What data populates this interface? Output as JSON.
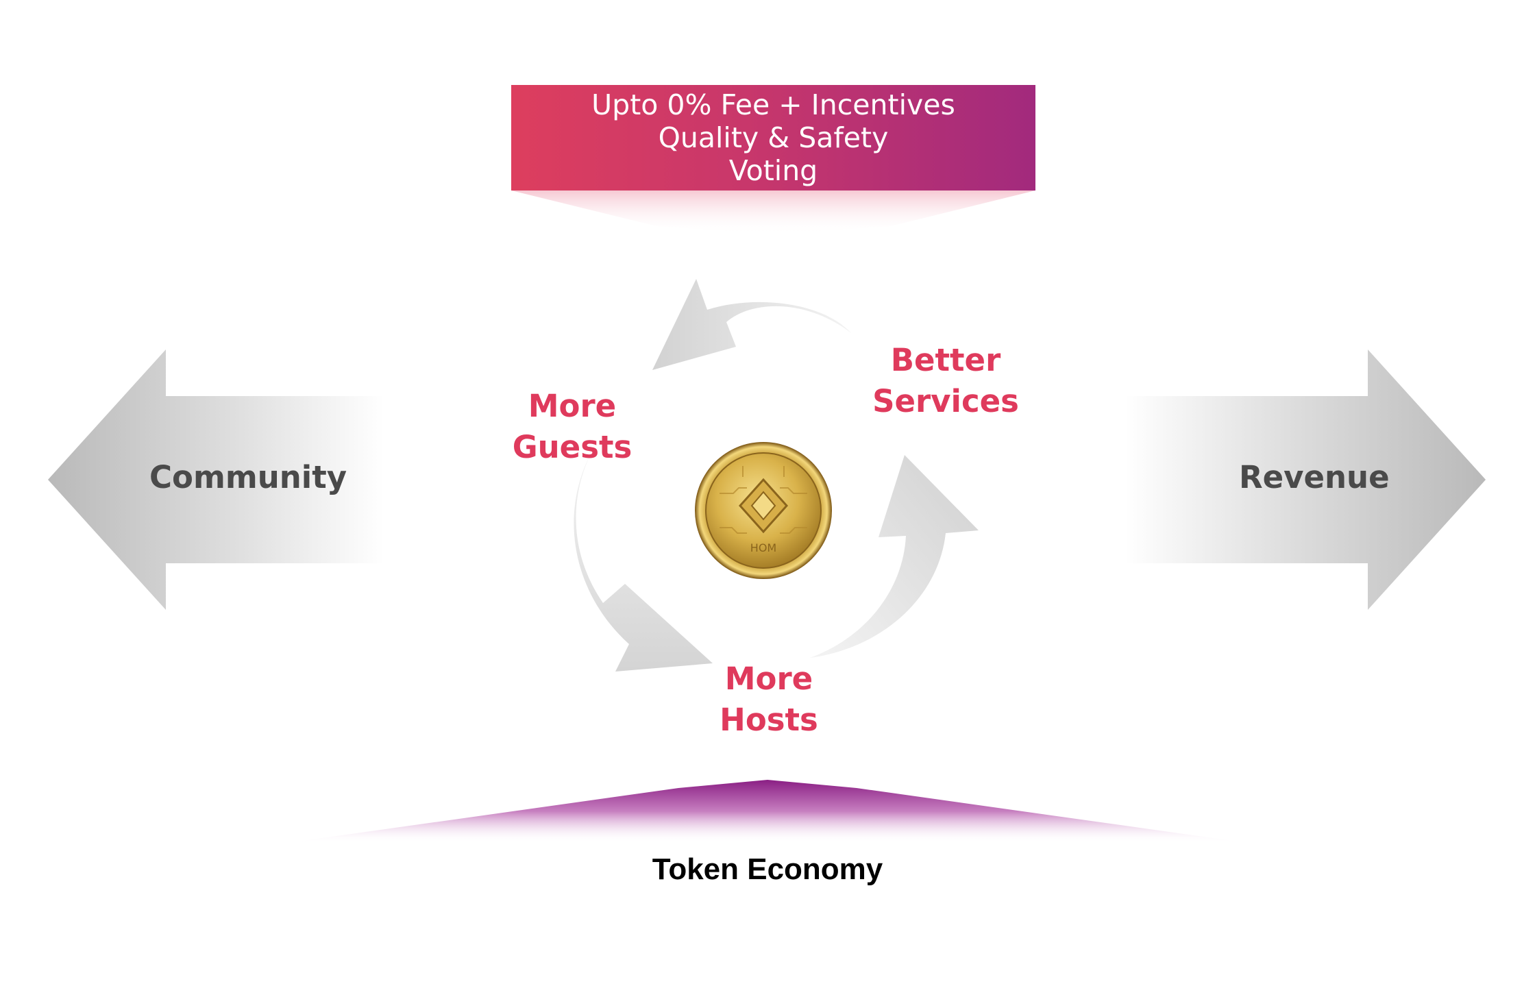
{
  "banner": {
    "lines": [
      "Upto 0% Fee + Incentives",
      "Quality & Safety",
      "Voting"
    ]
  },
  "left_arrow": {
    "label": "Community"
  },
  "right_arrow": {
    "label": "Revenue"
  },
  "cycle": {
    "better_services": {
      "line1": "Better",
      "line2": "Services"
    },
    "more_guests": {
      "line1": "More",
      "line2": "Guests"
    },
    "more_hosts": {
      "line1": "More",
      "line2": "Hosts"
    }
  },
  "coin": {
    "icon": "hom-gold-coin-icon",
    "text": "HOM"
  },
  "footer": {
    "label": "Token Economy"
  },
  "colors": {
    "accent_red": "#df3a5c",
    "banner_start": "#dd3e5e",
    "banner_end": "#a22a7d",
    "purple": "#8a1f84",
    "arrow_gray": "#c4c4c4",
    "label_gray": "#4a4a4a"
  }
}
